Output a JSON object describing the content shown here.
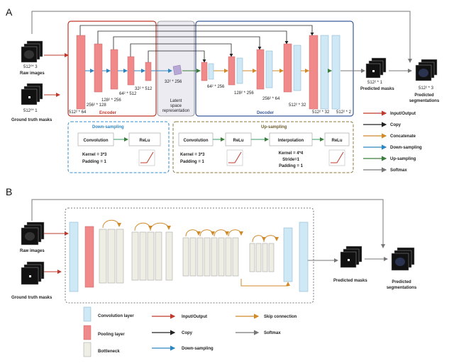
{
  "panel_a": {
    "letter": "A",
    "inputs": {
      "raw_dim": "512",
      "raw_dim_sup": "2",
      "raw_dim_tail": "* 3",
      "raw_label": "Raw images",
      "gt_dim": "512",
      "gt_dim_sup": "2",
      "gt_dim_tail": "* 1",
      "gt_label": "Ground truth masks"
    },
    "encoder_label": "Encoder",
    "decoder_label": "Decoder",
    "latent_label": [
      "Latent",
      "space",
      "representation"
    ],
    "latent_dim": "32² * 256",
    "enc_dims": [
      "512² * 64",
      "256² * 128",
      "128² * 256",
      "64² * 512",
      "32² * 512"
    ],
    "dec_dims": [
      "64² * 256",
      "128² * 256",
      "256² * 64",
      "512² * 32",
      "512² * 32",
      "512² * 2"
    ],
    "outputs": {
      "mask_dim": "512² * 1",
      "mask_label": "Predicted masks",
      "seg_dim": "512² * 3",
      "seg_label": [
        "Predicted",
        "segmentations"
      ]
    },
    "down_box": {
      "title": "Down-sampling",
      "conv": "Convolution",
      "relu": "ReLu",
      "kernel": "Kernel = 3*3",
      "padding": "Padding = 1"
    },
    "up_box": {
      "title": "Up-sampling",
      "conv": "Convolution",
      "relu": "ReLu",
      "interp": "Interpolation",
      "relu2": "ReLu",
      "kernel": "Kernel = 3*3",
      "padding": "Padding = 1",
      "kernel2": "Kernel = 4*4",
      "stride2": "Stride=1",
      "padding2": "Padding = 1"
    },
    "legend": [
      {
        "label": "Input/Output",
        "color": "#c0392b"
      },
      {
        "label": "Copy",
        "color": "#222222"
      },
      {
        "label": "Concatenate",
        "color": "#d08a2a"
      },
      {
        "label": "Down-sampling",
        "color": "#2e86c1"
      },
      {
        "label": "Up-sampling",
        "color": "#3b7d3b"
      },
      {
        "label": "Softmax",
        "color": "#777777"
      }
    ]
  },
  "panel_b": {
    "letter": "B",
    "raw_label": "Raw images",
    "gt_label": "Ground truth masks",
    "mask_label": "Predicted masks",
    "seg_label": [
      "Predicted",
      "segmentations"
    ],
    "legend_blocks": [
      {
        "label": "Convolution layer",
        "color": "#cfe8f5"
      },
      {
        "label": "Pooling layer",
        "color": "#f08a8a"
      },
      {
        "label": "Bottleneck",
        "color": "#eeeee4"
      }
    ],
    "legend_arrows": [
      {
        "label": "Input/Output",
        "color": "#c0392b"
      },
      {
        "label": "Skip connection",
        "color": "#d08a2a"
      },
      {
        "label": "Copy",
        "color": "#222222"
      },
      {
        "label": "Softmax",
        "color": "#777777"
      },
      {
        "label": "Down-sampling",
        "color": "#2e86c1"
      }
    ]
  },
  "colors": {
    "encoder_border": "#c0392b",
    "decoder_border": "#3a5a9a",
    "latent_fill": "#d8d2e6",
    "conv_fill": "#cfe8f5",
    "pool_fill": "#f08a8a",
    "down_border": "#3a8fc8",
    "up_border": "#8a7a3a"
  }
}
